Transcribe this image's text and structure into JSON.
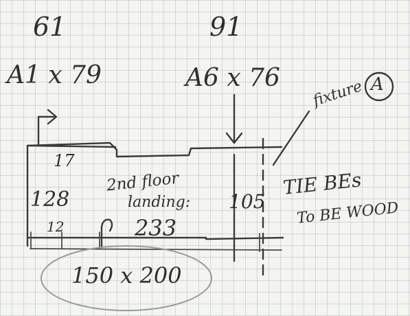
{
  "labels": {
    "width_left": "61",
    "width_right": "91",
    "opening_left": "A1 x 79",
    "opening_right": "A6 x 76",
    "fixture": "fixture",
    "fixture_mark": "A",
    "step": "17",
    "height_left": "128",
    "floor": "2nd floor",
    "landing": "landing:",
    "height_right": "105",
    "note_line1": "TIE BEs",
    "note_line2": "To BE WOOD",
    "small_mark": "12",
    "length": "233",
    "size": "150 x 200"
  }
}
